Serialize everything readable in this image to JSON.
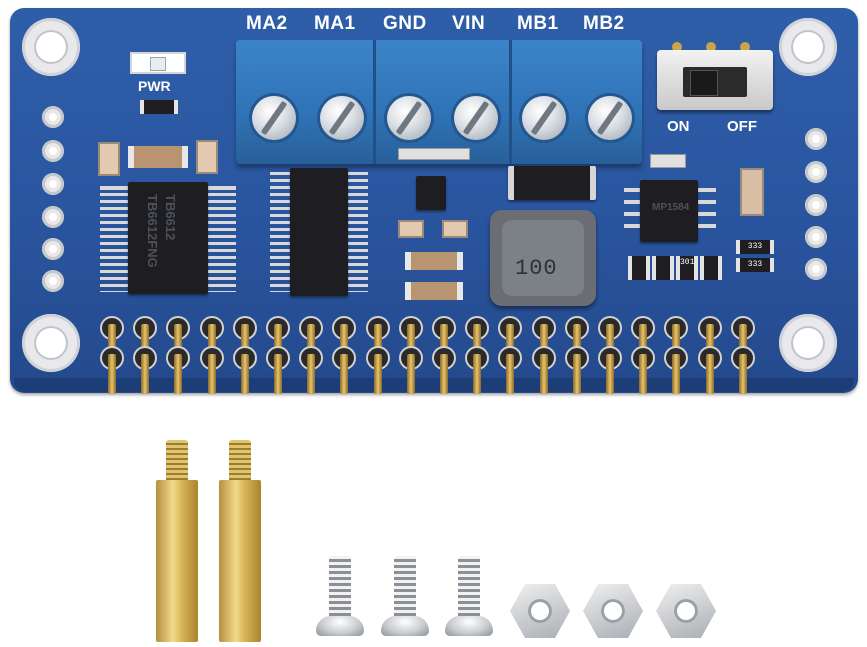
{
  "board": {
    "terminal_labels": [
      "MA2",
      "MA1",
      "GND",
      "VIN",
      "MB1",
      "MB2"
    ],
    "power_label": "PWR",
    "switch_on_label": "ON",
    "switch_off_label": "OFF",
    "inductor_marking": "100",
    "driver_chip_marking_1": "TB6612",
    "driver_chip_marking_2": "TB6612FNG",
    "regulator_marking": "MP1584",
    "resistor_marking_1": "333",
    "resistor_marking_2": "301"
  },
  "accessories": {
    "standoffs": 2,
    "screws": 3,
    "nuts": 3
  },
  "colors": {
    "pcb_blue": "#2a56a0",
    "terminal_blue": "#3c84c9",
    "brass": "#d9b65a",
    "steel": "#c9ccd1"
  }
}
